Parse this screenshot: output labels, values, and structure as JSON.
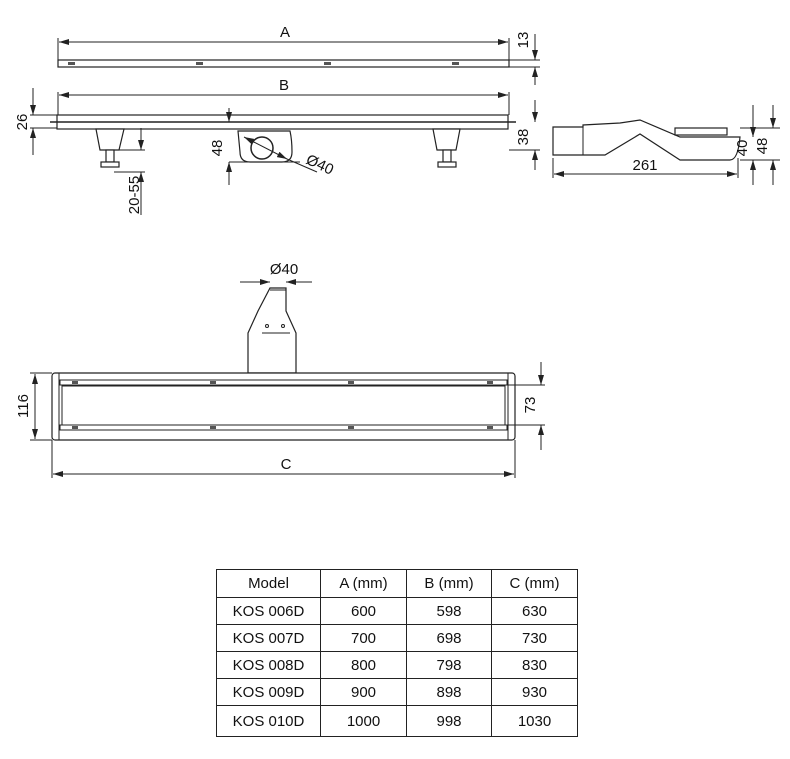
{
  "drawing": {
    "top_view": {
      "dim_length": "A",
      "dim_height": "13"
    },
    "front_view": {
      "dim_length": "B",
      "dim_rail": "26",
      "dim_outlet_height": "48",
      "dim_outlet_diameter": "Ø40",
      "dim_height": "38",
      "dim_feet": "20-55"
    },
    "side_view": {
      "dim_length": "261",
      "dim_height_inner": "40",
      "dim_height_outer": "48"
    },
    "plan_view": {
      "dim_outlet_diameter": "Ø40",
      "dim_width": "116",
      "dim_inner_width": "73",
      "dim_length": "C"
    }
  },
  "table": {
    "headers": [
      "Model",
      "A (mm)",
      "B (mm)",
      "C (mm)"
    ],
    "rows": [
      [
        "KOS 006D",
        "600",
        "598",
        "630"
      ],
      [
        "KOS 007D",
        "700",
        "698",
        "730"
      ],
      [
        "KOS 008D",
        "800",
        "798",
        "830"
      ],
      [
        "KOS 009D",
        "900",
        "898",
        "930"
      ],
      [
        "KOS 010D",
        "1000",
        "998",
        "1030"
      ]
    ]
  }
}
